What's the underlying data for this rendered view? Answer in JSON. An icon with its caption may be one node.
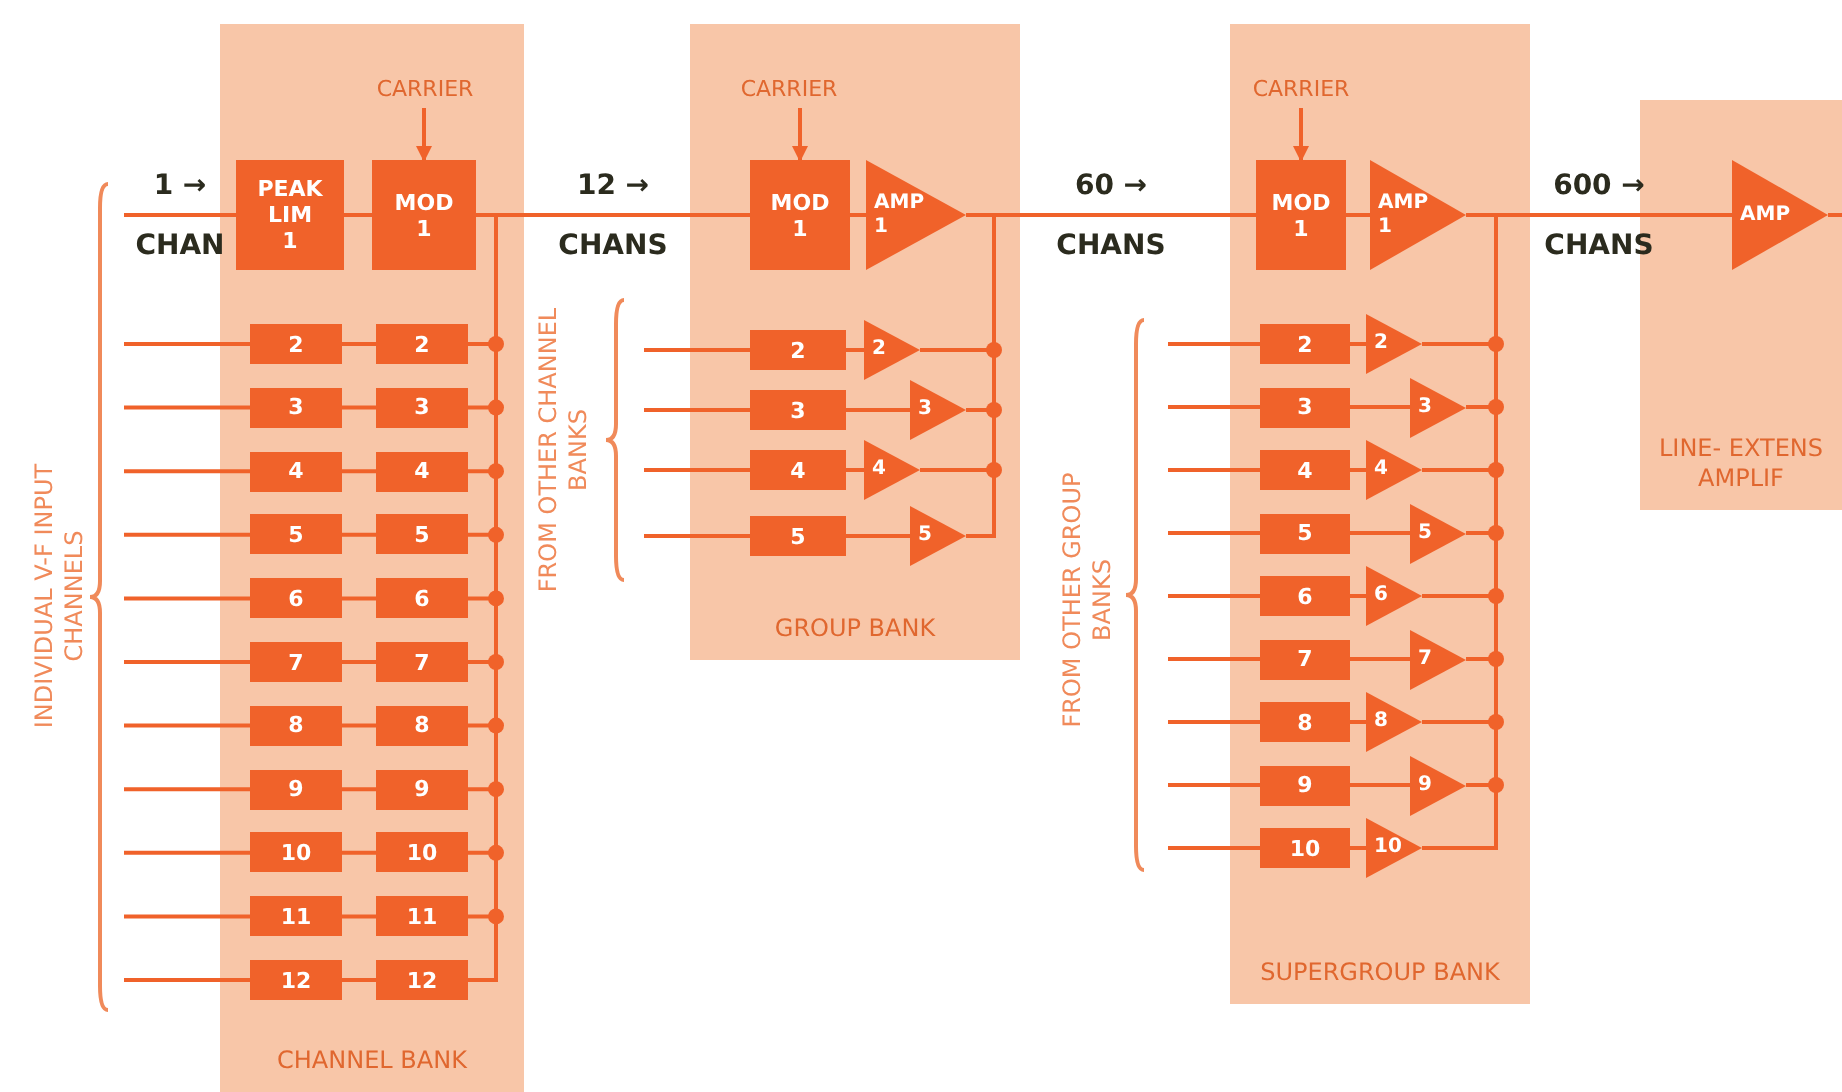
{
  "diagram": {
    "nodes": [
      {
        "text": [
          "CHANNEL BANK"
        ]
      },
      {
        "text": [
          "CARRIER"
        ],
        "in": 0
      },
      {
        "text": [
          "PEAK LIM",
          "1"
        ],
        "in": 0
      },
      {
        "text": [
          "MOD",
          "1"
        ],
        "in": 0
      },
      {
        "text": [
          "2"
        ],
        "in": 0
      },
      {
        "text": [
          "2"
        ],
        "in": 0
      },
      {
        "text": [
          "3"
        ],
        "in": 0
      },
      {
        "text": [
          "3"
        ],
        "in": 0
      },
      {
        "text": [
          "4"
        ],
        "in": 0
      },
      {
        "text": [
          "4"
        ],
        "in": 0
      },
      {
        "text": [
          "5"
        ],
        "in": 0
      },
      {
        "text": [
          "5"
        ],
        "in": 0
      },
      {
        "text": [
          "6"
        ],
        "in": 0
      },
      {
        "text": [
          "6"
        ],
        "in": 0
      },
      {
        "text": [
          "7"
        ],
        "in": 0
      },
      {
        "text": [
          "7"
        ],
        "in": 0
      },
      {
        "text": [
          "8"
        ],
        "in": 0
      },
      {
        "text": [
          "8"
        ],
        "in": 0
      },
      {
        "text": [
          "9"
        ],
        "in": 0
      },
      {
        "text": [
          "9"
        ],
        "in": 0
      },
      {
        "text": [
          "10"
        ],
        "in": 0
      },
      {
        "text": [
          "10"
        ],
        "in": 0
      },
      {
        "text": [
          "11"
        ],
        "in": 0
      },
      {
        "text": [
          "11"
        ],
        "in": 0
      },
      {
        "text": [
          "12"
        ],
        "in": 0
      },
      {
        "text": [
          "12"
        ],
        "in": 0
      },
      {
        "text": [
          "GROUP BANK"
        ]
      },
      {
        "text": [
          "CARRIER"
        ],
        "in": 26
      },
      {
        "text": [
          "MOD",
          "1"
        ],
        "in": 26
      },
      {
        "text": [
          "AMP",
          "1"
        ],
        "in": 26
      },
      {
        "text": [
          "2"
        ],
        "in": 26
      },
      {
        "text": [
          "2"
        ],
        "in": 26
      },
      {
        "text": [
          "3"
        ],
        "in": 26
      },
      {
        "text": [
          "3"
        ],
        "in": 26
      },
      {
        "text": [
          "4"
        ],
        "in": 26
      },
      {
        "text": [
          "4"
        ],
        "in": 26
      },
      {
        "text": [
          "5"
        ],
        "in": 26
      },
      {
        "text": [
          "5"
        ],
        "in": 26
      },
      {
        "text": [
          "SUPERGROUP BANK"
        ]
      },
      {
        "text": [
          "CARRIER"
        ],
        "in": 38
      },
      {
        "text": [
          "MOD",
          "1"
        ],
        "in": 38
      },
      {
        "text": [
          "AMP",
          "1"
        ],
        "in": 38
      },
      {
        "text": [
          "2"
        ],
        "in": 38
      },
      {
        "text": [
          "2"
        ],
        "in": 38
      },
      {
        "text": [
          "3"
        ],
        "in": 38
      },
      {
        "text": [
          "3"
        ],
        "in": 38
      },
      {
        "text": [
          "4"
        ],
        "in": 38
      },
      {
        "text": [
          "4"
        ],
        "in": 38
      },
      {
        "text": [
          "5"
        ],
        "in": 38
      },
      {
        "text": [
          "5"
        ],
        "in": 38
      },
      {
        "text": [
          "6"
        ],
        "in": 38
      },
      {
        "text": [
          "6"
        ],
        "in": 38
      },
      {
        "text": [
          "7"
        ],
        "in": 38
      },
      {
        "text": [
          "7"
        ],
        "in": 38
      },
      {
        "text": [
          "8"
        ],
        "in": 38
      },
      {
        "text": [
          "8"
        ],
        "in": 38
      },
      {
        "text": [
          "9"
        ],
        "in": 38
      },
      {
        "text": [
          "9"
        ],
        "in": 38
      },
      {
        "text": [
          "10"
        ],
        "in": 38
      },
      {
        "text": [
          "10"
        ],
        "in": 38
      },
      {
        "text": [
          "LINE- EXTENS AMPLIF"
        ]
      },
      {
        "text": [
          "AMP"
        ],
        "in": 60
      }
    ],
    "edges": [
      {
        "from": null,
        "to": 2,
        "arrow": "none",
        "label": "1 → CHAN"
      },
      {
        "from": null,
        "to": 4,
        "arrow": "none"
      },
      {
        "from": null,
        "to": 6,
        "arrow": "none"
      },
      {
        "from": null,
        "to": 8,
        "arrow": "none"
      },
      {
        "from": null,
        "to": 10,
        "arrow": "none"
      },
      {
        "from": null,
        "to": 12,
        "arrow": "none"
      },
      {
        "from": null,
        "to": 14,
        "arrow": "none"
      },
      {
        "from": null,
        "to": 16,
        "arrow": "none"
      },
      {
        "from": null,
        "to": 18,
        "arrow": "none"
      },
      {
        "from": null,
        "to": 20,
        "arrow": "none"
      },
      {
        "from": null,
        "to": 22,
        "arrow": "none"
      },
      {
        "from": null,
        "to": 24,
        "arrow": "none"
      },
      {
        "from": 1,
        "to": 3,
        "arrow": "to"
      },
      {
        "from": 2,
        "to": 3,
        "arrow": "none"
      },
      {
        "from": 4,
        "to": 5,
        "arrow": "none"
      },
      {
        "from": 6,
        "to": 7,
        "arrow": "none"
      },
      {
        "from": 8,
        "to": 9,
        "arrow": "none"
      },
      {
        "from": 10,
        "to": 11,
        "arrow": "none"
      },
      {
        "from": 12,
        "to": 13,
        "arrow": "none"
      },
      {
        "from": 14,
        "to": 15,
        "arrow": "none"
      },
      {
        "from": 16,
        "to": 17,
        "arrow": "none"
      },
      {
        "from": 18,
        "to": 19,
        "arrow": "none"
      },
      {
        "from": 20,
        "to": 21,
        "arrow": "none"
      },
      {
        "from": 22,
        "to": 23,
        "arrow": "none"
      },
      {
        "from": 24,
        "to": 25,
        "arrow": "none"
      },
      {
        "from": 3,
        "to": 28,
        "arrow": "none",
        "label": "12 → CHANS"
      },
      {
        "from": 5,
        "to": 28,
        "arrow": "none"
      },
      {
        "from": 7,
        "to": 28,
        "arrow": "none"
      },
      {
        "from": 9,
        "to": 28,
        "arrow": "none"
      },
      {
        "from": 11,
        "to": 28,
        "arrow": "none"
      },
      {
        "from": 13,
        "to": 28,
        "arrow": "none"
      },
      {
        "from": 15,
        "to": 28,
        "arrow": "none"
      },
      {
        "from": 17,
        "to": 28,
        "arrow": "none"
      },
      {
        "from": 19,
        "to": 28,
        "arrow": "none"
      },
      {
        "from": 21,
        "to": 28,
        "arrow": "none"
      },
      {
        "from": 23,
        "to": 28,
        "arrow": "none"
      },
      {
        "from": 25,
        "to": 28,
        "arrow": "none"
      },
      {
        "from": 27,
        "to": 28,
        "arrow": "to"
      },
      {
        "from": null,
        "to": 30,
        "arrow": "none"
      },
      {
        "from": null,
        "to": 32,
        "arrow": "none"
      },
      {
        "from": null,
        "to": 34,
        "arrow": "none"
      },
      {
        "from": null,
        "to": 36,
        "arrow": "none"
      },
      {
        "from": 28,
        "to": 29,
        "arrow": "none"
      },
      {
        "from": 30,
        "to": 31,
        "arrow": "none"
      },
      {
        "from": 32,
        "to": 33,
        "arrow": "none"
      },
      {
        "from": 34,
        "to": 35,
        "arrow": "none"
      },
      {
        "from": 36,
        "to": 37,
        "arrow": "none"
      },
      {
        "from": 29,
        "to": 40,
        "arrow": "none",
        "label": "60 → CHANS"
      },
      {
        "from": 31,
        "to": 40,
        "arrow": "none"
      },
      {
        "from": 33,
        "to": 40,
        "arrow": "none"
      },
      {
        "from": 35,
        "to": 40,
        "arrow": "none"
      },
      {
        "from": 37,
        "to": 40,
        "arrow": "none"
      },
      {
        "from": 39,
        "to": 40,
        "arrow": "to"
      },
      {
        "from": null,
        "to": 42,
        "arrow": "none"
      },
      {
        "from": null,
        "to": 44,
        "arrow": "none"
      },
      {
        "from": null,
        "to": 46,
        "arrow": "none"
      },
      {
        "from": null,
        "to": 48,
        "arrow": "none"
      },
      {
        "from": null,
        "to": 50,
        "arrow": "none"
      },
      {
        "from": null,
        "to": 52,
        "arrow": "none"
      },
      {
        "from": null,
        "to": 54,
        "arrow": "none"
      },
      {
        "from": null,
        "to": 56,
        "arrow": "none"
      },
      {
        "from": null,
        "to": 58,
        "arrow": "none"
      },
      {
        "from": 40,
        "to": 41,
        "arrow": "none"
      },
      {
        "from": 42,
        "to": 43,
        "arrow": "none"
      },
      {
        "from": 44,
        "to": 45,
        "arrow": "none"
      },
      {
        "from": 46,
        "to": 47,
        "arrow": "none"
      },
      {
        "from": 48,
        "to": 49,
        "arrow": "none"
      },
      {
        "from": 50,
        "to": 51,
        "arrow": "none"
      },
      {
        "from": 52,
        "to": 53,
        "arrow": "none"
      },
      {
        "from": 54,
        "to": 55,
        "arrow": "none"
      },
      {
        "from": 56,
        "to": 57,
        "arrow": "none"
      },
      {
        "from": 58,
        "to": 59,
        "arrow": "none"
      },
      {
        "from": 41,
        "to": 61,
        "arrow": "none",
        "label": "600 → CHANS"
      },
      {
        "from": 43,
        "to": 61,
        "arrow": "none"
      },
      {
        "from": 45,
        "to": 61,
        "arrow": "none"
      },
      {
        "from": 47,
        "to": 61,
        "arrow": "none"
      },
      {
        "from": 49,
        "to": 61,
        "arrow": "none"
      },
      {
        "from": 51,
        "to": 61,
        "arrow": "none"
      },
      {
        "from": 53,
        "to": 61,
        "arrow": "none"
      },
      {
        "from": 55,
        "to": 61,
        "arrow": "none"
      },
      {
        "from": 57,
        "to": 61,
        "arrow": "none"
      },
      {
        "from": 59,
        "to": 61,
        "arrow": "none"
      },
      {
        "from": 61,
        "to": null,
        "arrow": "none"
      }
    ],
    "labels": [
      "INDIVIDUAL V-F INPUT CHANNELS",
      "FROM OTHER CHANNEL BANKS",
      "FROM OTHER GROUP BANKS"
    ]
  }
}
